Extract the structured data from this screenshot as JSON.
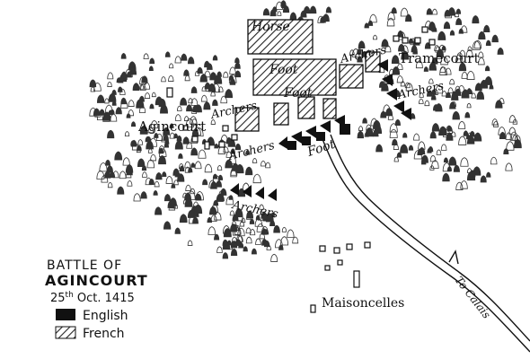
{
  "map": {
    "title_line1": "BATTLE OF",
    "title_line2": "AGINCOURT",
    "date_day": "25",
    "date_suffix": "th",
    "date_rest": " Oct. 1415",
    "places": {
      "agincourt": "Agincourt",
      "tramecourt": "Tramecourt",
      "maisoncelles": "Maisoncelles"
    },
    "road_label": "To Calais",
    "unit_labels": {
      "horse": "Horse",
      "foot_upper": "Foot",
      "foot_middle": "Foot",
      "foot_english": "Foot",
      "archers_left_french": "Archers",
      "archers_right_french": "Archers",
      "archers_english_centre": "Archers",
      "archers_english_right": "Archers",
      "archers_english_left": "Archers"
    },
    "legend": {
      "english": "English",
      "french": "French"
    },
    "colors": {
      "english": "#111111",
      "french_hatch": "#222222",
      "tree": "#333333"
    }
  }
}
